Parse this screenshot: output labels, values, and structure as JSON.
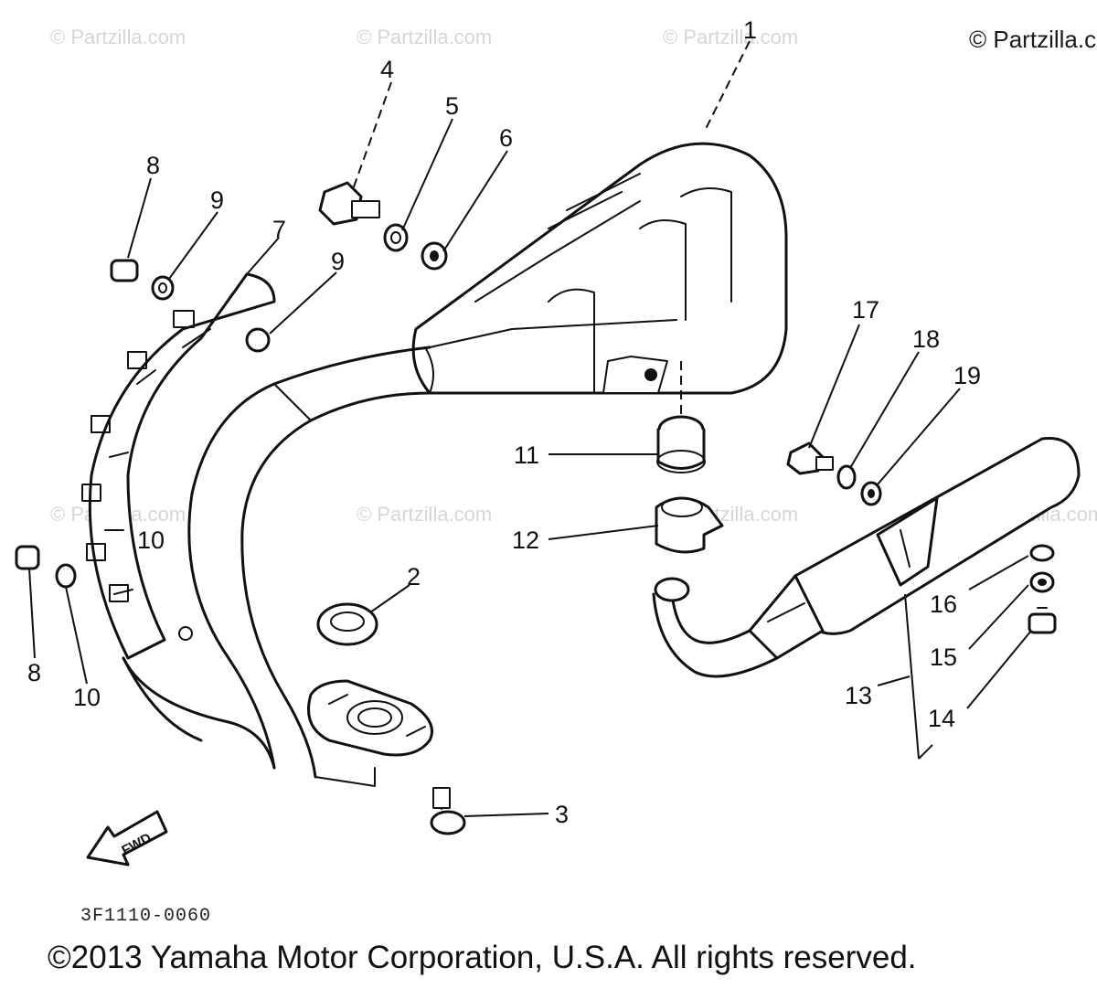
{
  "watermark": {
    "text": "© Partzilla.com",
    "top_right": "© Partzilla.c"
  },
  "diagram": {
    "part_numbers": [
      "1",
      "2",
      "3",
      "4",
      "5",
      "6",
      "7",
      "8",
      "9",
      "9",
      "10",
      "10",
      "11",
      "12",
      "13",
      "14",
      "15",
      "16",
      "17",
      "18",
      "19",
      "8"
    ],
    "forward_label": "FWD",
    "reference_code": "3F1110-0060"
  },
  "footer": {
    "copyright": "©2013 Yamaha Motor Corporation, U.S.A. All rights reserved."
  }
}
